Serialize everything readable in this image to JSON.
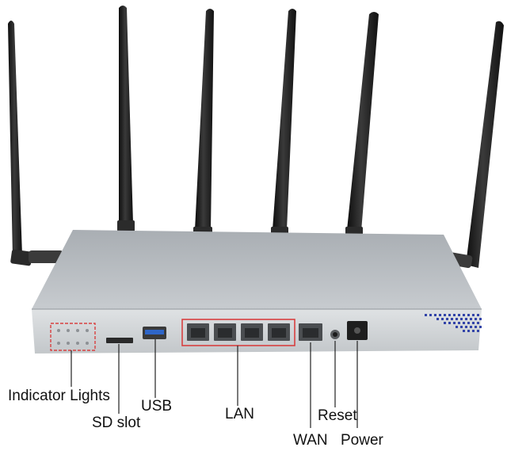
{
  "labels": {
    "indicator_lights": "Indicator Lights",
    "sd_slot": "SD slot",
    "usb": "USB",
    "lan": "LAN",
    "reset": "Reset",
    "wan": "WAN",
    "power": "Power"
  },
  "colors": {
    "chassis_top": "#b9bec3",
    "chassis_front": "#d2d5d8",
    "antenna": "#1c1c1c",
    "highlight_box": "#d84040",
    "usb_blue": "#2f66c8",
    "pointer_line": "#222222",
    "dot_pattern": "#3344a8"
  },
  "icons": {
    "antenna": "antenna-icon",
    "ethernet_port": "ethernet-port-icon",
    "usb_port": "usb-port-icon",
    "sd_slot": "sd-slot-icon",
    "reset_button": "reset-button-icon",
    "power_jack": "power-jack-icon",
    "indicator_led": "led-icon"
  }
}
